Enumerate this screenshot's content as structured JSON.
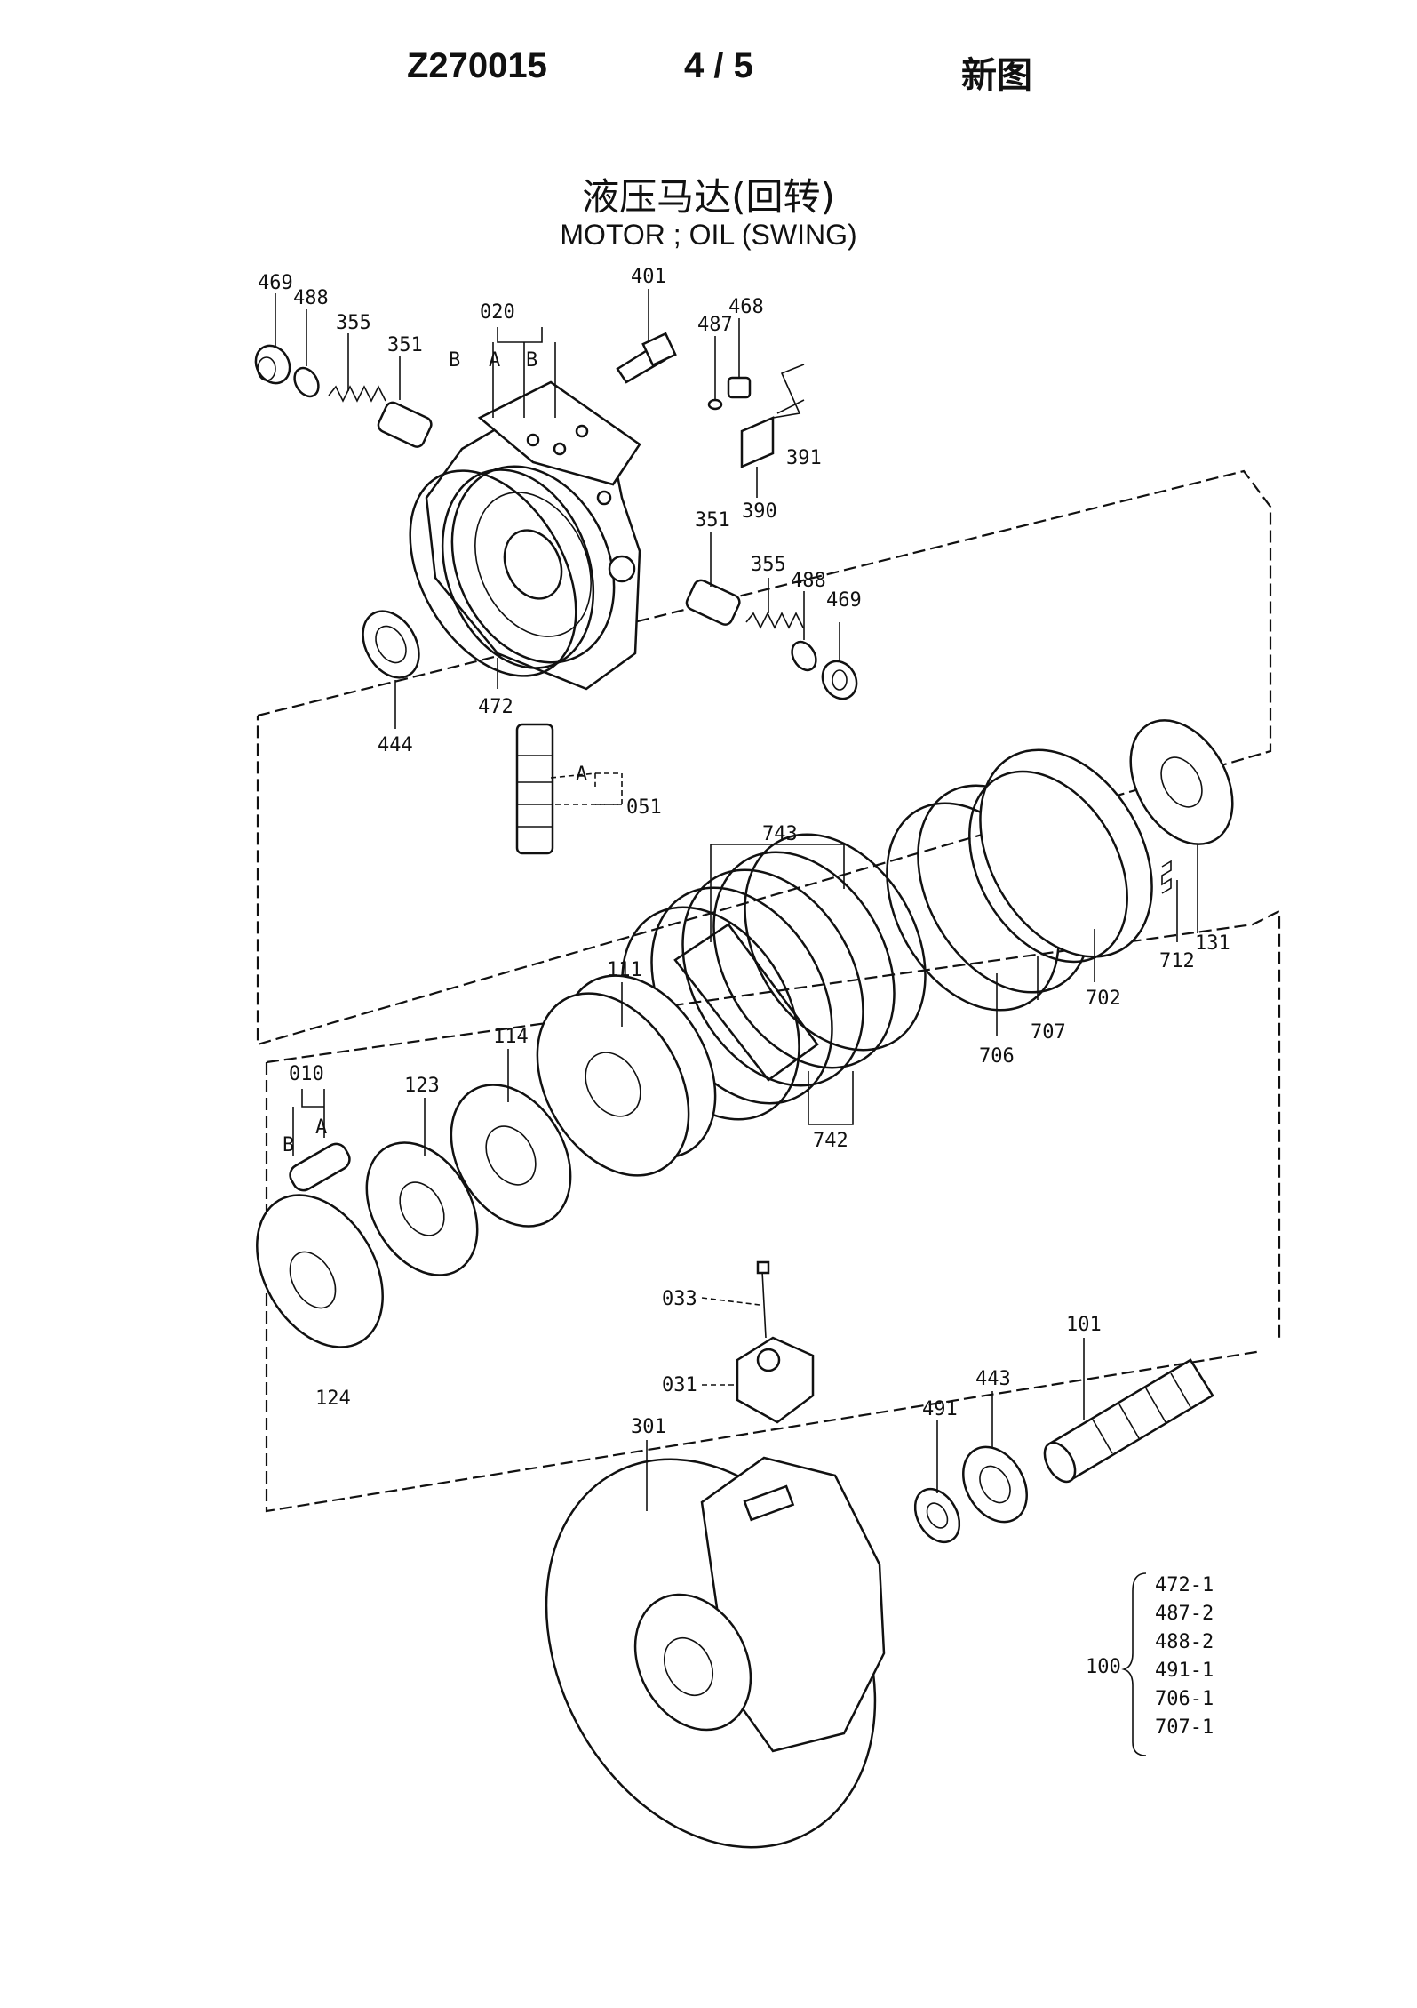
{
  "header": {
    "code": "Z270015",
    "page": "4 / 5",
    "note": "新图"
  },
  "title": {
    "cn": "液压马达(回转)",
    "en": "MOTOR ; OIL (SWING)"
  },
  "callouts": {
    "p469a": "469",
    "p488a": "488",
    "p355a": "355",
    "p351a": "351",
    "p020": "020",
    "p020_b1": "B",
    "p020_a": "A",
    "p020_b2": "B",
    "p401": "401",
    "p487": "487",
    "p468": "468",
    "p391": "391",
    "p390": "390",
    "p351b": "351",
    "p355b": "355",
    "p488b": "488",
    "p469b": "469",
    "p472": "472",
    "p444": "444",
    "p051_a": "A",
    "p051": "051",
    "p743": "743",
    "p111": "111",
    "p114": "114",
    "p010": "010",
    "p010_b": "B",
    "p010_a": "A",
    "p123": "123",
    "p124": "124",
    "p742": "742",
    "p706": "706",
    "p707": "707",
    "p702": "702",
    "p712": "712",
    "p131": "131",
    "p033": "033",
    "p031": "031",
    "p301": "301",
    "p491": "491",
    "p443": "443",
    "p101": "101"
  },
  "kit": {
    "label": "100",
    "items": [
      "472-1",
      "487-2",
      "488-2",
      "491-1",
      "706-1",
      "707-1"
    ]
  }
}
